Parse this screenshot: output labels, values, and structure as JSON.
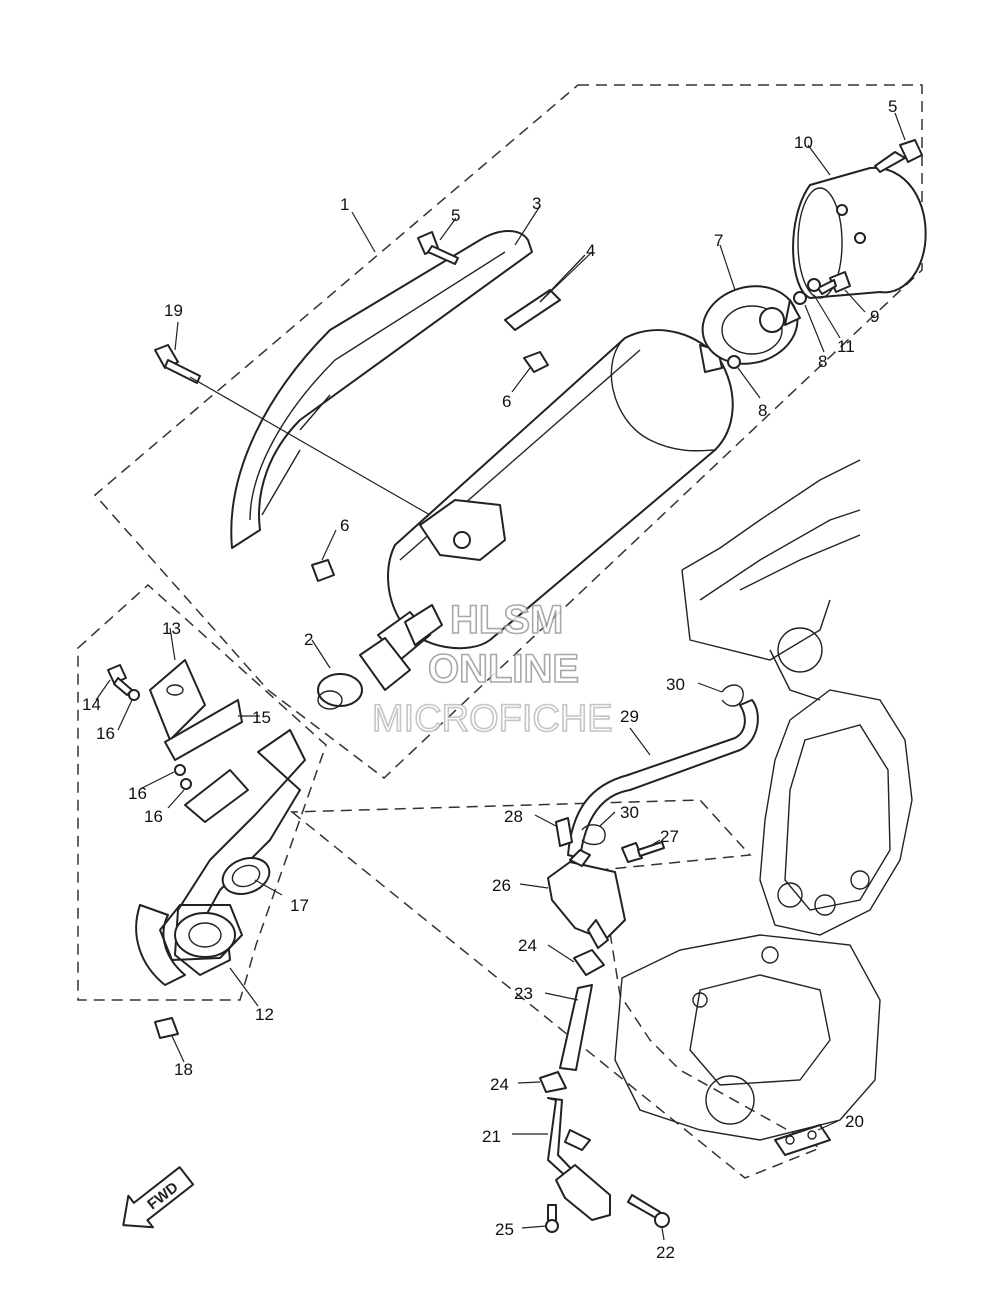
{
  "watermark": {
    "line1": "HLSM",
    "line2": "ONLINE",
    "line3": "MICROFICHE"
  },
  "direction_arrow": {
    "label": "FWD",
    "icon": "fwd-arrow-icon"
  },
  "callouts": {
    "c1": "1",
    "c2": "2",
    "c3": "3",
    "c4": "4",
    "c5a": "5",
    "c5b": "5",
    "c6a": "6",
    "c6b": "6",
    "c7": "7",
    "c8a": "8",
    "c8b": "8",
    "c9": "9",
    "c10": "10",
    "c11": "11",
    "c12": "12",
    "c13": "13",
    "c14": "14",
    "c15": "15",
    "c16a": "16",
    "c16b": "16",
    "c16c": "16",
    "c17": "17",
    "c18": "18",
    "c19": "19",
    "c20": "20",
    "c21": "21",
    "c22": "22",
    "c23": "23",
    "c24a": "24",
    "c24b": "24",
    "c25": "25",
    "c26": "26",
    "c27": "27",
    "c28": "28",
    "c29": "29",
    "c30a": "30",
    "c30b": "30"
  }
}
